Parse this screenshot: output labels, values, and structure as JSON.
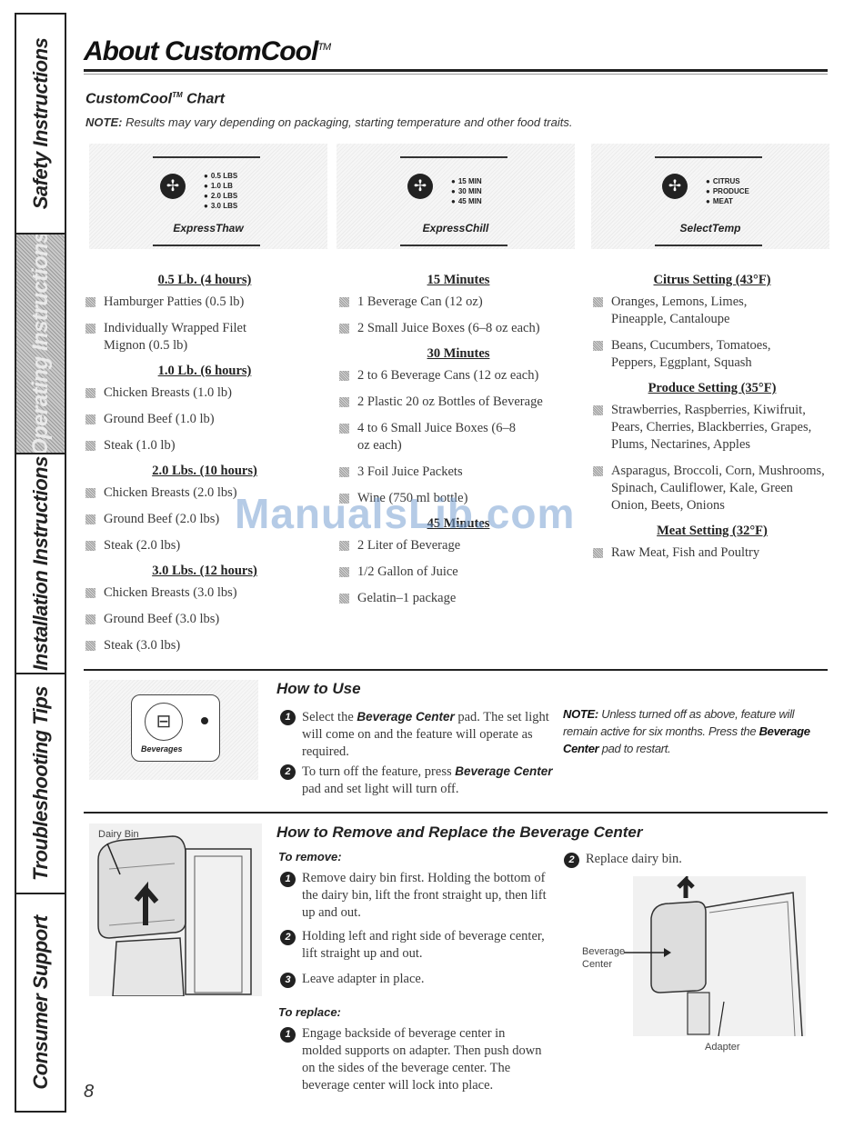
{
  "sidebar": {
    "tabs": [
      {
        "label": "Safety Instructions",
        "active": false
      },
      {
        "label": "Operating Instructions",
        "active": true
      },
      {
        "label": "Installation Instructions",
        "active": false
      },
      {
        "label": "Troubleshooting Tips",
        "active": false
      },
      {
        "label": "Consumer Support",
        "active": false
      }
    ]
  },
  "header": {
    "title": "About CustomCool",
    "title_tm": "TM",
    "subtitle": "CustomCool",
    "subtitle_tm": "TM",
    "subtitle_suffix": " Chart",
    "note_label": "NOTE:",
    "note_text": " Results may vary depending on packaging, starting temperature and other food traits."
  },
  "panels": [
    {
      "label": "ExpressThaw",
      "options": [
        "0.5 LBS",
        "1.0 LB",
        "2.0 LBS",
        "3.0 LBS"
      ]
    },
    {
      "label": "ExpressChill",
      "options": [
        "15 MIN",
        "30 MIN",
        "45 MIN"
      ]
    },
    {
      "label": "SelectTemp",
      "options": [
        "CITRUS",
        "PRODUCE",
        "MEAT"
      ]
    }
  ],
  "columns": {
    "thaw": {
      "h1": "0.5 Lb. (4 hours)",
      "h1_items": [
        "Hamburger Patties (0.5 lb)",
        "Individually Wrapped Filet Mignon (0.5 lb)"
      ],
      "h2": "1.0 Lb. (6 hours)",
      "h2_items": [
        "Chicken Breasts (1.0 lb)",
        "Ground Beef (1.0 lb)",
        "Steak (1.0 lb)"
      ],
      "h3": "2.0 Lbs. (10 hours)",
      "h3_items": [
        "Chicken Breasts (2.0 lbs)",
        "Ground Beef (2.0 lbs)",
        "Steak (2.0 lbs)"
      ],
      "h4": "3.0 Lbs. (12 hours)",
      "h4_items": [
        "Chicken Breasts (3.0 lbs)",
        "Ground Beef (3.0 lbs)",
        "Steak (3.0 lbs)"
      ]
    },
    "chill": {
      "h1": "15 Minutes",
      "h1_items": [
        "1 Beverage Can (12 oz)",
        "2 Small Juice Boxes (6–8 oz each)"
      ],
      "h2": "30 Minutes",
      "h2_items": [
        "2 to 6 Beverage Cans (12 oz each)",
        "2 Plastic 20 oz Bottles of Beverage",
        "4 to 6 Small Juice Boxes (6–8 oz each)",
        "3 Foil Juice Packets",
        "Wine (750 ml bottle)"
      ],
      "h3": "45 Minutes",
      "h3_items": [
        "2 Liter of Beverage",
        "1/2 Gallon of Juice",
        "Gelatin–1 package"
      ]
    },
    "temp": {
      "h1": "Citrus Setting (43°F)",
      "h1_items": [
        "Oranges, Lemons, Limes, Pineapple, Cantaloupe",
        "Beans, Cucumbers, Tomatoes, Peppers, Eggplant, Squash"
      ],
      "h2": "Produce Setting (35°F)",
      "h2_items": [
        "Strawberries, Raspberries, Kiwifruit, Pears, Cherries, Blackberries, Grapes, Plums, Nectarines, Apples",
        "Asparagus, Broccoli, Corn, Mushrooms, Spinach, Cauliflower, Kale, Green Onion, Beets, Onions"
      ],
      "h3": "Meat Setting (32°F)",
      "h3_items": [
        "Raw Meat, Fish and Poultry"
      ]
    }
  },
  "watermark": "ManualsLib.com",
  "how_to_use": {
    "title": "How to Use",
    "panel_label": "Beverages",
    "step1_pre": "Select the ",
    "step1_bold": "Beverage Center",
    "step1_post": " pad. The set light will come on and the feature will operate as required.",
    "step2_pre": "To turn off the feature, press ",
    "step2_bold": "Beverage Center",
    "step2_post": " pad and set light will turn off.",
    "note_label": "NOTE:",
    "note_pre": " Unless turned off as above, feature will remain active for six months. Press the ",
    "note_bold": "Beverage Center",
    "note_post": " pad to restart."
  },
  "remove": {
    "title": "How to Remove and Replace the Beverage Center",
    "to_remove": "To remove:",
    "r1": "Remove dairy bin first. Holding the bottom of the dairy bin, lift the front straight up, then lift up and out.",
    "r2": "Holding left and right side of beverage center, lift straight up and out.",
    "r3": "Leave adapter in place.",
    "to_replace": "To replace:",
    "p1": "Engage backside of beverage center in molded supports on adapter. Then push down on the sides of the beverage center. The beverage center will lock into place.",
    "p2": "Replace dairy bin.",
    "label_dairy": "Dairy Bin",
    "label_bev1": "Beverage",
    "label_bev2": "Center",
    "label_adapter": "Adapter"
  },
  "page_number": "8"
}
